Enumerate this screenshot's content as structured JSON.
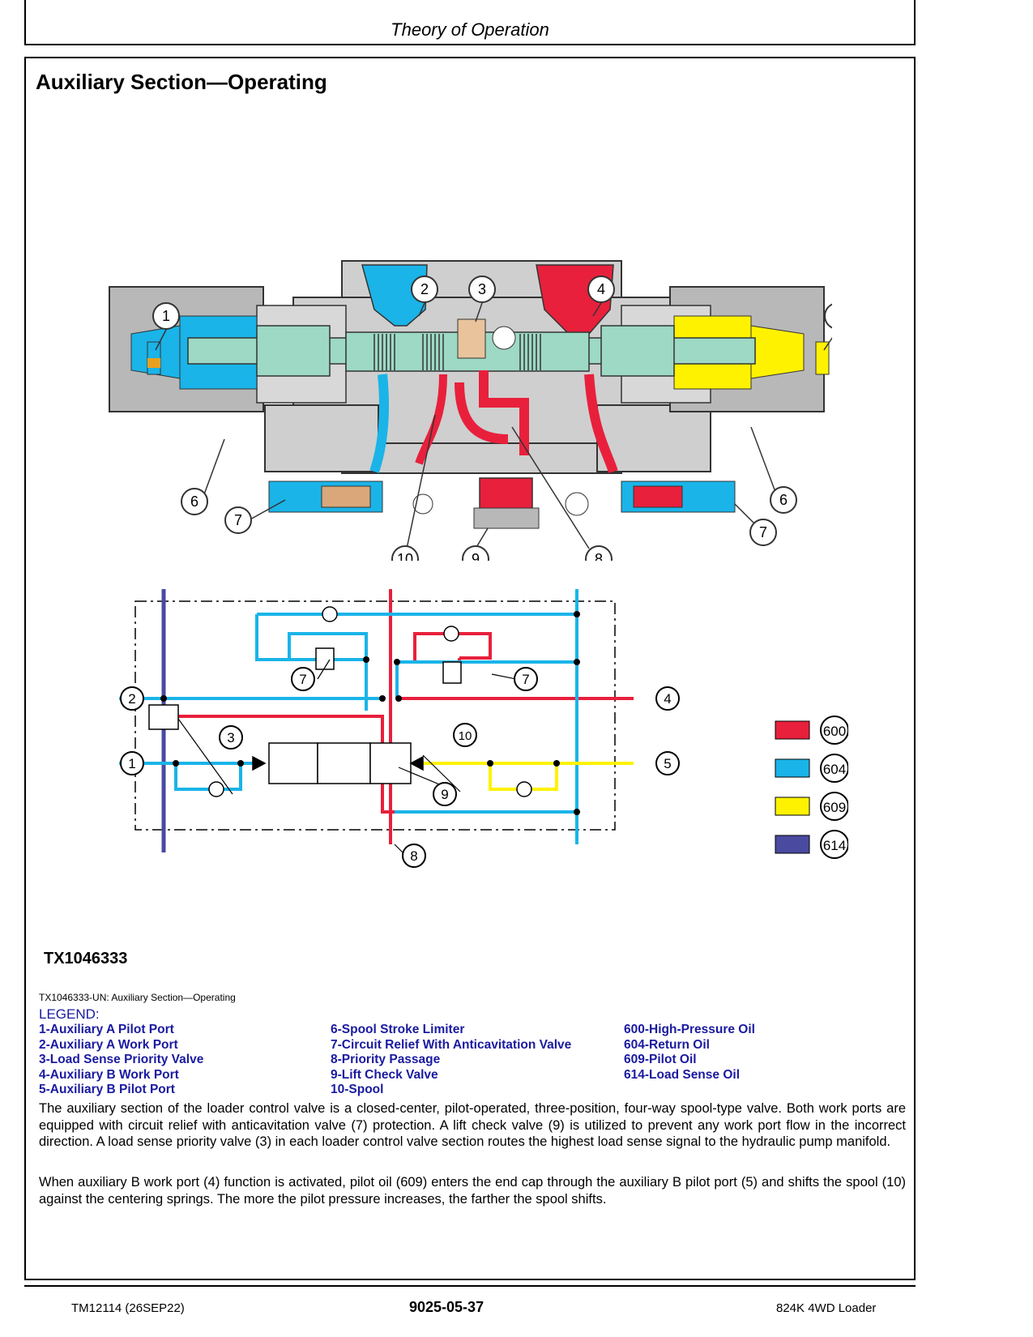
{
  "header": {
    "title": "Theory of Operation"
  },
  "section": {
    "title": "Auxiliary Section—Operating"
  },
  "callouts": {
    "n1": "1",
    "n2": "2",
    "n3": "3",
    "n4": "4",
    "n5": "5",
    "n6": "6",
    "n7": "7",
    "n8": "8",
    "n9": "9",
    "n10": "10"
  },
  "key": {
    "items": [
      {
        "code": "600",
        "color": "#e8203c"
      },
      {
        "code": "604",
        "color": "#1ab4e8"
      },
      {
        "code": "609",
        "color": "#fff200"
      },
      {
        "code": "614",
        "color": "#4a4aa0"
      }
    ]
  },
  "figure": {
    "id": "TX1046333",
    "caption": "TX1046333-UN: Auxiliary Section—Operating"
  },
  "legend": {
    "title": "LEGEND:",
    "col1": [
      "1-Auxiliary A Pilot Port",
      "2-Auxiliary A Work Port",
      "3-Load Sense Priority Valve",
      "4-Auxiliary B Work Port",
      "5-Auxiliary B Pilot Port"
    ],
    "col2": [
      "6-Spool Stroke Limiter",
      "7-Circuit Relief With Anticavitation Valve",
      "8-Priority Passage",
      "9-Lift Check Valve",
      "10-Spool"
    ],
    "col3": [
      "600-High-Pressure Oil",
      "604-Return Oil",
      "609-Pilot Oil",
      "614-Load Sense Oil"
    ]
  },
  "body": {
    "p1": "The auxiliary section of the loader control valve is a closed-center, pilot-operated, three-position, four-way spool-type valve. Both work ports are equipped with circuit relief with anticavitation valve (7) protection. A lift check valve (9) is utilized to prevent any work port flow in the incorrect direction. A load sense priority valve (3) in each loader control valve section routes the highest load sense signal to the hydraulic pump manifold.",
    "p2": "When auxiliary B work port (4) function is activated, pilot oil (609) enters the end cap through the auxiliary B pilot port (5) and shifts the spool (10) against the centering springs. The more the pilot pressure increases, the farther the spool shifts."
  },
  "footer": {
    "left": "TM12114 (26SEP22)",
    "center": "9025-05-37",
    "right": "824K 4WD Loader"
  }
}
